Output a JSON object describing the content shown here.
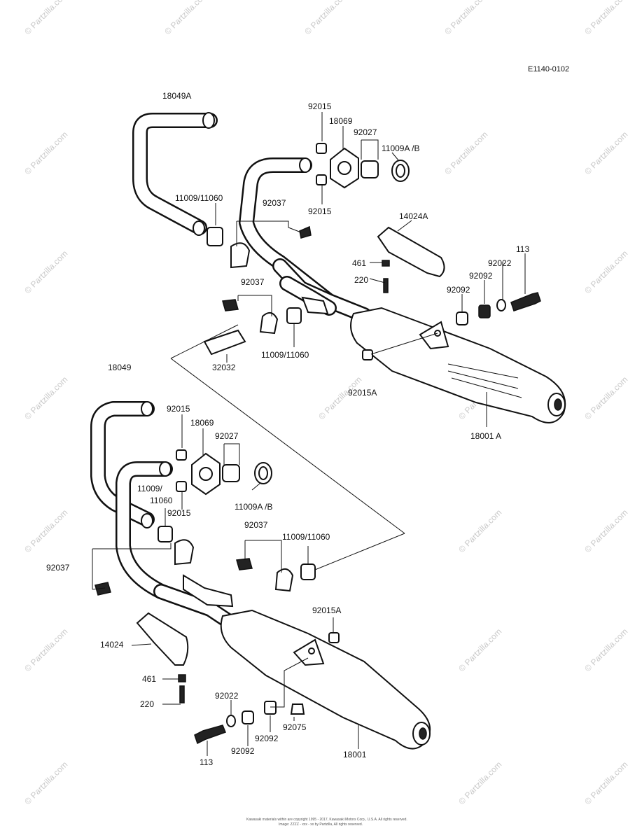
{
  "diagram_code": "E1140-0102",
  "watermark": "© Partzilla.com",
  "footer_lines": [
    "Kawasaki materials within are copyright 1995 - 2017, Kawasaki Motors Corp., U.S.A. All rights reserved.",
    "Image: ZZZZ - xxx - xx by Partzilla, All rights reserved."
  ],
  "labels": {
    "l18049A": "18049A",
    "l92015_a": "92015",
    "l18069_a": "18069",
    "l92027_a": "92027",
    "l11009AB_a": "11009A /B",
    "l11009_11060_a": "11009/11060",
    "l92037_a": "92037",
    "l92015_b": "92015",
    "l14024A": "14024A",
    "l113_a": "113",
    "l461_a": "461",
    "l92022_a": "92022",
    "l92092_a1": "92092",
    "l220_a": "220",
    "l92092_a2": "92092",
    "l92037_b": "92037",
    "l11009_11060_b": "11009/11060",
    "l32032": "32032",
    "l92015A_a": "92015A",
    "l18001A": "18001 A",
    "l18049": "18049",
    "l92015_c": "92015",
    "l18069_b": "18069",
    "l92027_b": "92027",
    "l11009_b1": "11009/",
    "l11060_b2": "11060",
    "l92015_d": "92015",
    "l11009AB_b": "11009A /B",
    "l92037_c": "92037",
    "l11009_11060_c": "11009/11060",
    "l92037_d": "92037",
    "l92015A_b": "92015A",
    "l14024": "14024",
    "l461_b": "461",
    "l220_b": "220",
    "l92022_b": "92022",
    "l92075": "92075",
    "l92092_b1": "92092",
    "l92092_b2": "92092",
    "l113_b": "113",
    "l18001": "18001"
  }
}
